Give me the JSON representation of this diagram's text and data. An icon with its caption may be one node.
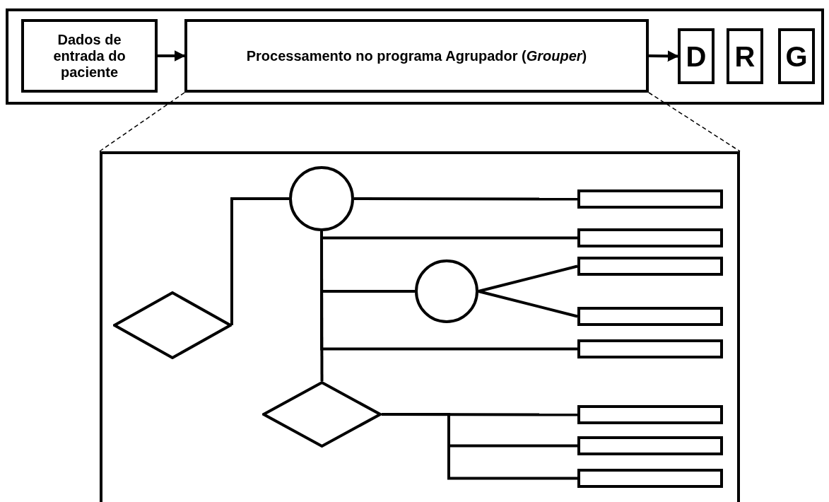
{
  "diagram": {
    "nodes": [
      {
        "text": [],
        "shape": "box"
      },
      {
        "text": [
          "Dados de entrada do paciente"
        ],
        "in": 0
      },
      {
        "text": [
          "Processamento no programa Agrupador (*Grouper*)"
        ],
        "in": 0
      },
      {
        "text": [
          "D"
        ],
        "in": 0
      },
      {
        "text": [
          "R"
        ],
        "in": 0
      },
      {
        "text": [
          "G"
        ],
        "in": 0
      },
      {
        "text": [],
        "shape": "box"
      },
      {
        "text": [],
        "shape": "diamond",
        "in": 6
      },
      {
        "text": [],
        "shape": "circle",
        "in": 6
      },
      {
        "text": [],
        "shape": "box",
        "in": 6
      },
      {
        "text": [],
        "shape": "box",
        "in": 6
      },
      {
        "text": [],
        "shape": "circle",
        "in": 6
      },
      {
        "text": [],
        "shape": "box",
        "in": 6
      },
      {
        "text": [],
        "shape": "box",
        "in": 6
      },
      {
        "text": [],
        "shape": "box",
        "in": 6
      },
      {
        "text": [],
        "shape": "diamond",
        "in": 6
      },
      {
        "text": [],
        "shape": "box",
        "in": 6
      },
      {
        "text": [],
        "shape": "box",
        "in": 6
      },
      {
        "text": [],
        "shape": "box",
        "in": 6
      }
    ],
    "edges": [
      {
        "from": 1,
        "to": 2,
        "arrow": "to"
      },
      {
        "from": 2,
        "to": 3,
        "arrow": "to"
      },
      {
        "from": 2,
        "to": 6,
        "arrow": "none",
        "style": "dashed"
      },
      {
        "from": 2,
        "to": 6,
        "arrow": "none",
        "style": "dashed"
      },
      {
        "from": 7,
        "to": 8,
        "arrow": "none"
      },
      {
        "from": 8,
        "to": 9,
        "arrow": "none"
      },
      {
        "from": 8,
        "to": 10,
        "arrow": "none"
      },
      {
        "from": 8,
        "to": 11,
        "arrow": "none"
      },
      {
        "from": 8,
        "to": 14,
        "arrow": "none"
      },
      {
        "from": 8,
        "to": 15,
        "arrow": "none"
      },
      {
        "from": 11,
        "to": 12,
        "arrow": "none"
      },
      {
        "from": 11,
        "to": 13,
        "arrow": "none"
      },
      {
        "from": 15,
        "to": 16,
        "arrow": "none"
      },
      {
        "from": 15,
        "to": 17,
        "arrow": "none"
      },
      {
        "from": 15,
        "to": 18,
        "arrow": "none"
      }
    ]
  }
}
